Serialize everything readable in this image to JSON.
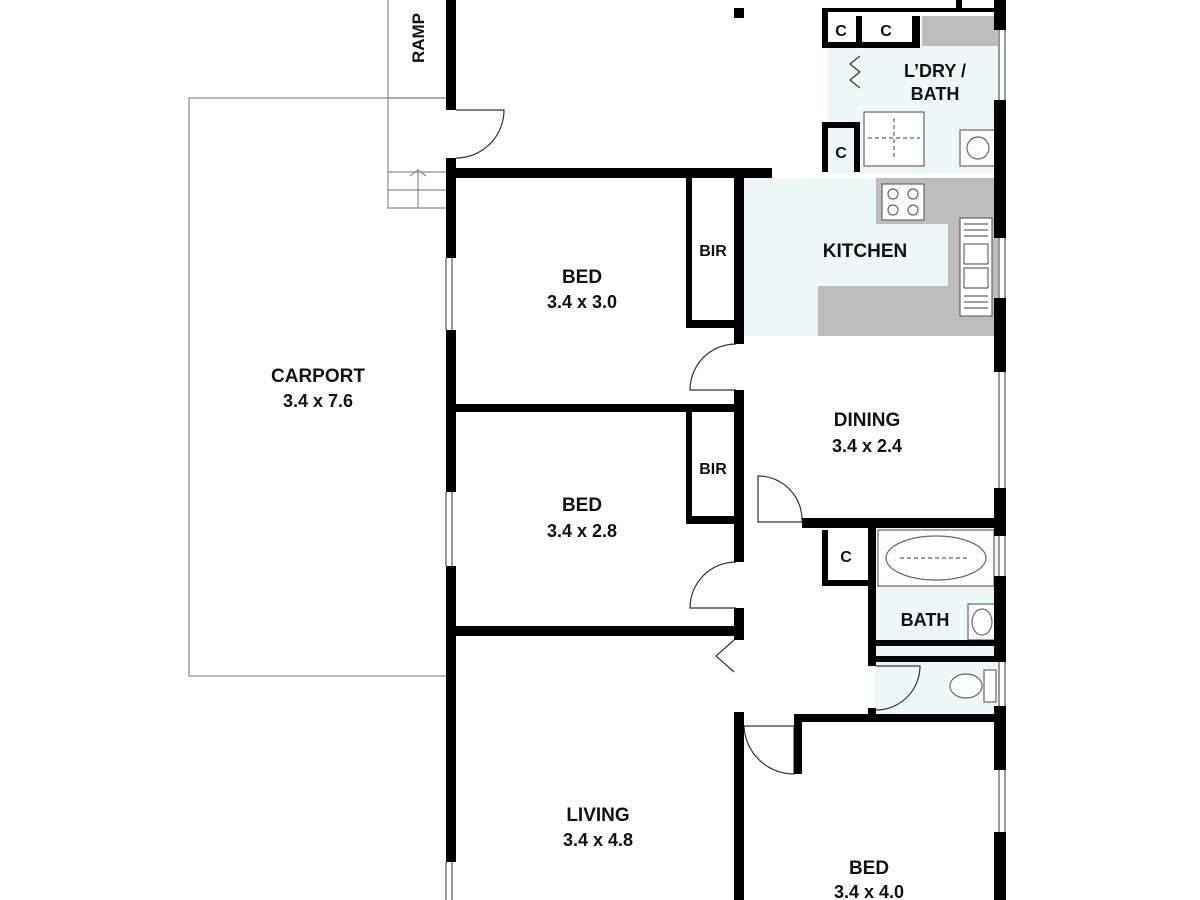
{
  "colors": {
    "wall": "#000000",
    "wet_area": "#eef7f8",
    "bench": "#bdbdbd",
    "outline": "#8a8a8a",
    "background": "#ffffff"
  },
  "rooms": {
    "carport": {
      "name": "CARPORT",
      "size": "3.4 x 7.6"
    },
    "ramp": {
      "name": "RAMP"
    },
    "laundry_bath": {
      "line1": "L’DRY /",
      "line2": "BATH"
    },
    "kitchen": {
      "name": "KITCHEN"
    },
    "bed1": {
      "name": "BED",
      "size": "3.4 x 3.0"
    },
    "bed2": {
      "name": "BED",
      "size": "3.4 x 2.8"
    },
    "dining": {
      "name": "DINING",
      "size": "3.4 x 2.4"
    },
    "bath": {
      "name": "BATH"
    },
    "living": {
      "name": "LIVING",
      "size": "3.4 x 4.8"
    },
    "bed3": {
      "name": "BED",
      "size": "3.4 x 4.0"
    }
  },
  "robes": {
    "bir1": "BIR",
    "bir2": "BIR"
  },
  "cupboards": {
    "c1": "C",
    "c2": "C",
    "c3": "C",
    "c4": "C"
  }
}
